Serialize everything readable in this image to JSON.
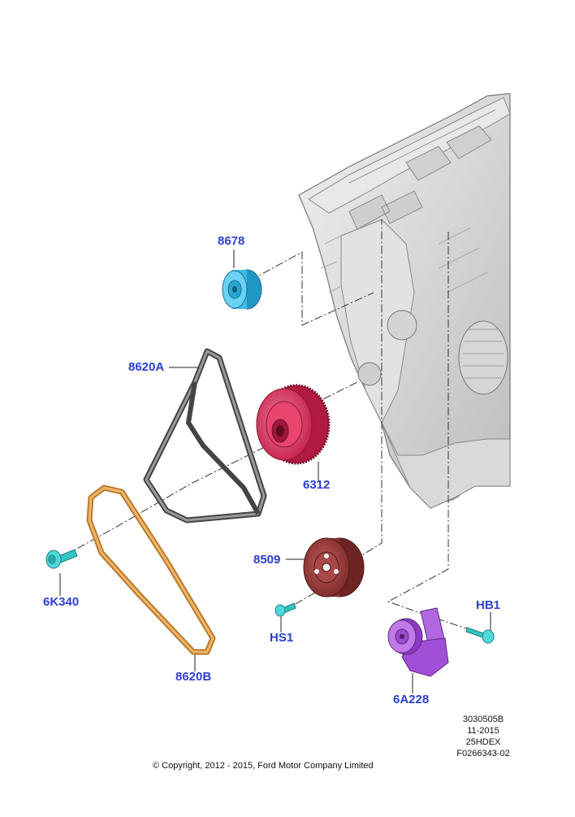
{
  "callouts": {
    "p8678": "8678",
    "p8620a": "8620A",
    "p6312": "6312",
    "p8509": "8509",
    "p6k340": "6K340",
    "phs1": "HS1",
    "phb1": "HB1",
    "p8620b": "8620B",
    "p6a228": "6A228"
  },
  "reference": {
    "line1": "3030505B",
    "line2": "11-2015",
    "line3": "25HDEX",
    "line4": "F0266343-02"
  },
  "copyright": "© Copyright, 2012 - 2015, Ford Motor Company Limited",
  "colors": {
    "callout_text": "#2b3fcf",
    "idler_pulley": "#3bbde8",
    "crank_pulley": "#e0345f",
    "water_pump_pulley": "#9a3a3a",
    "tensioner": "#a24fd8",
    "bolt": "#33c4c4",
    "belt_primary": "#555555",
    "belt_secondary": "#d9984a",
    "engine": "#d8d8d8"
  }
}
